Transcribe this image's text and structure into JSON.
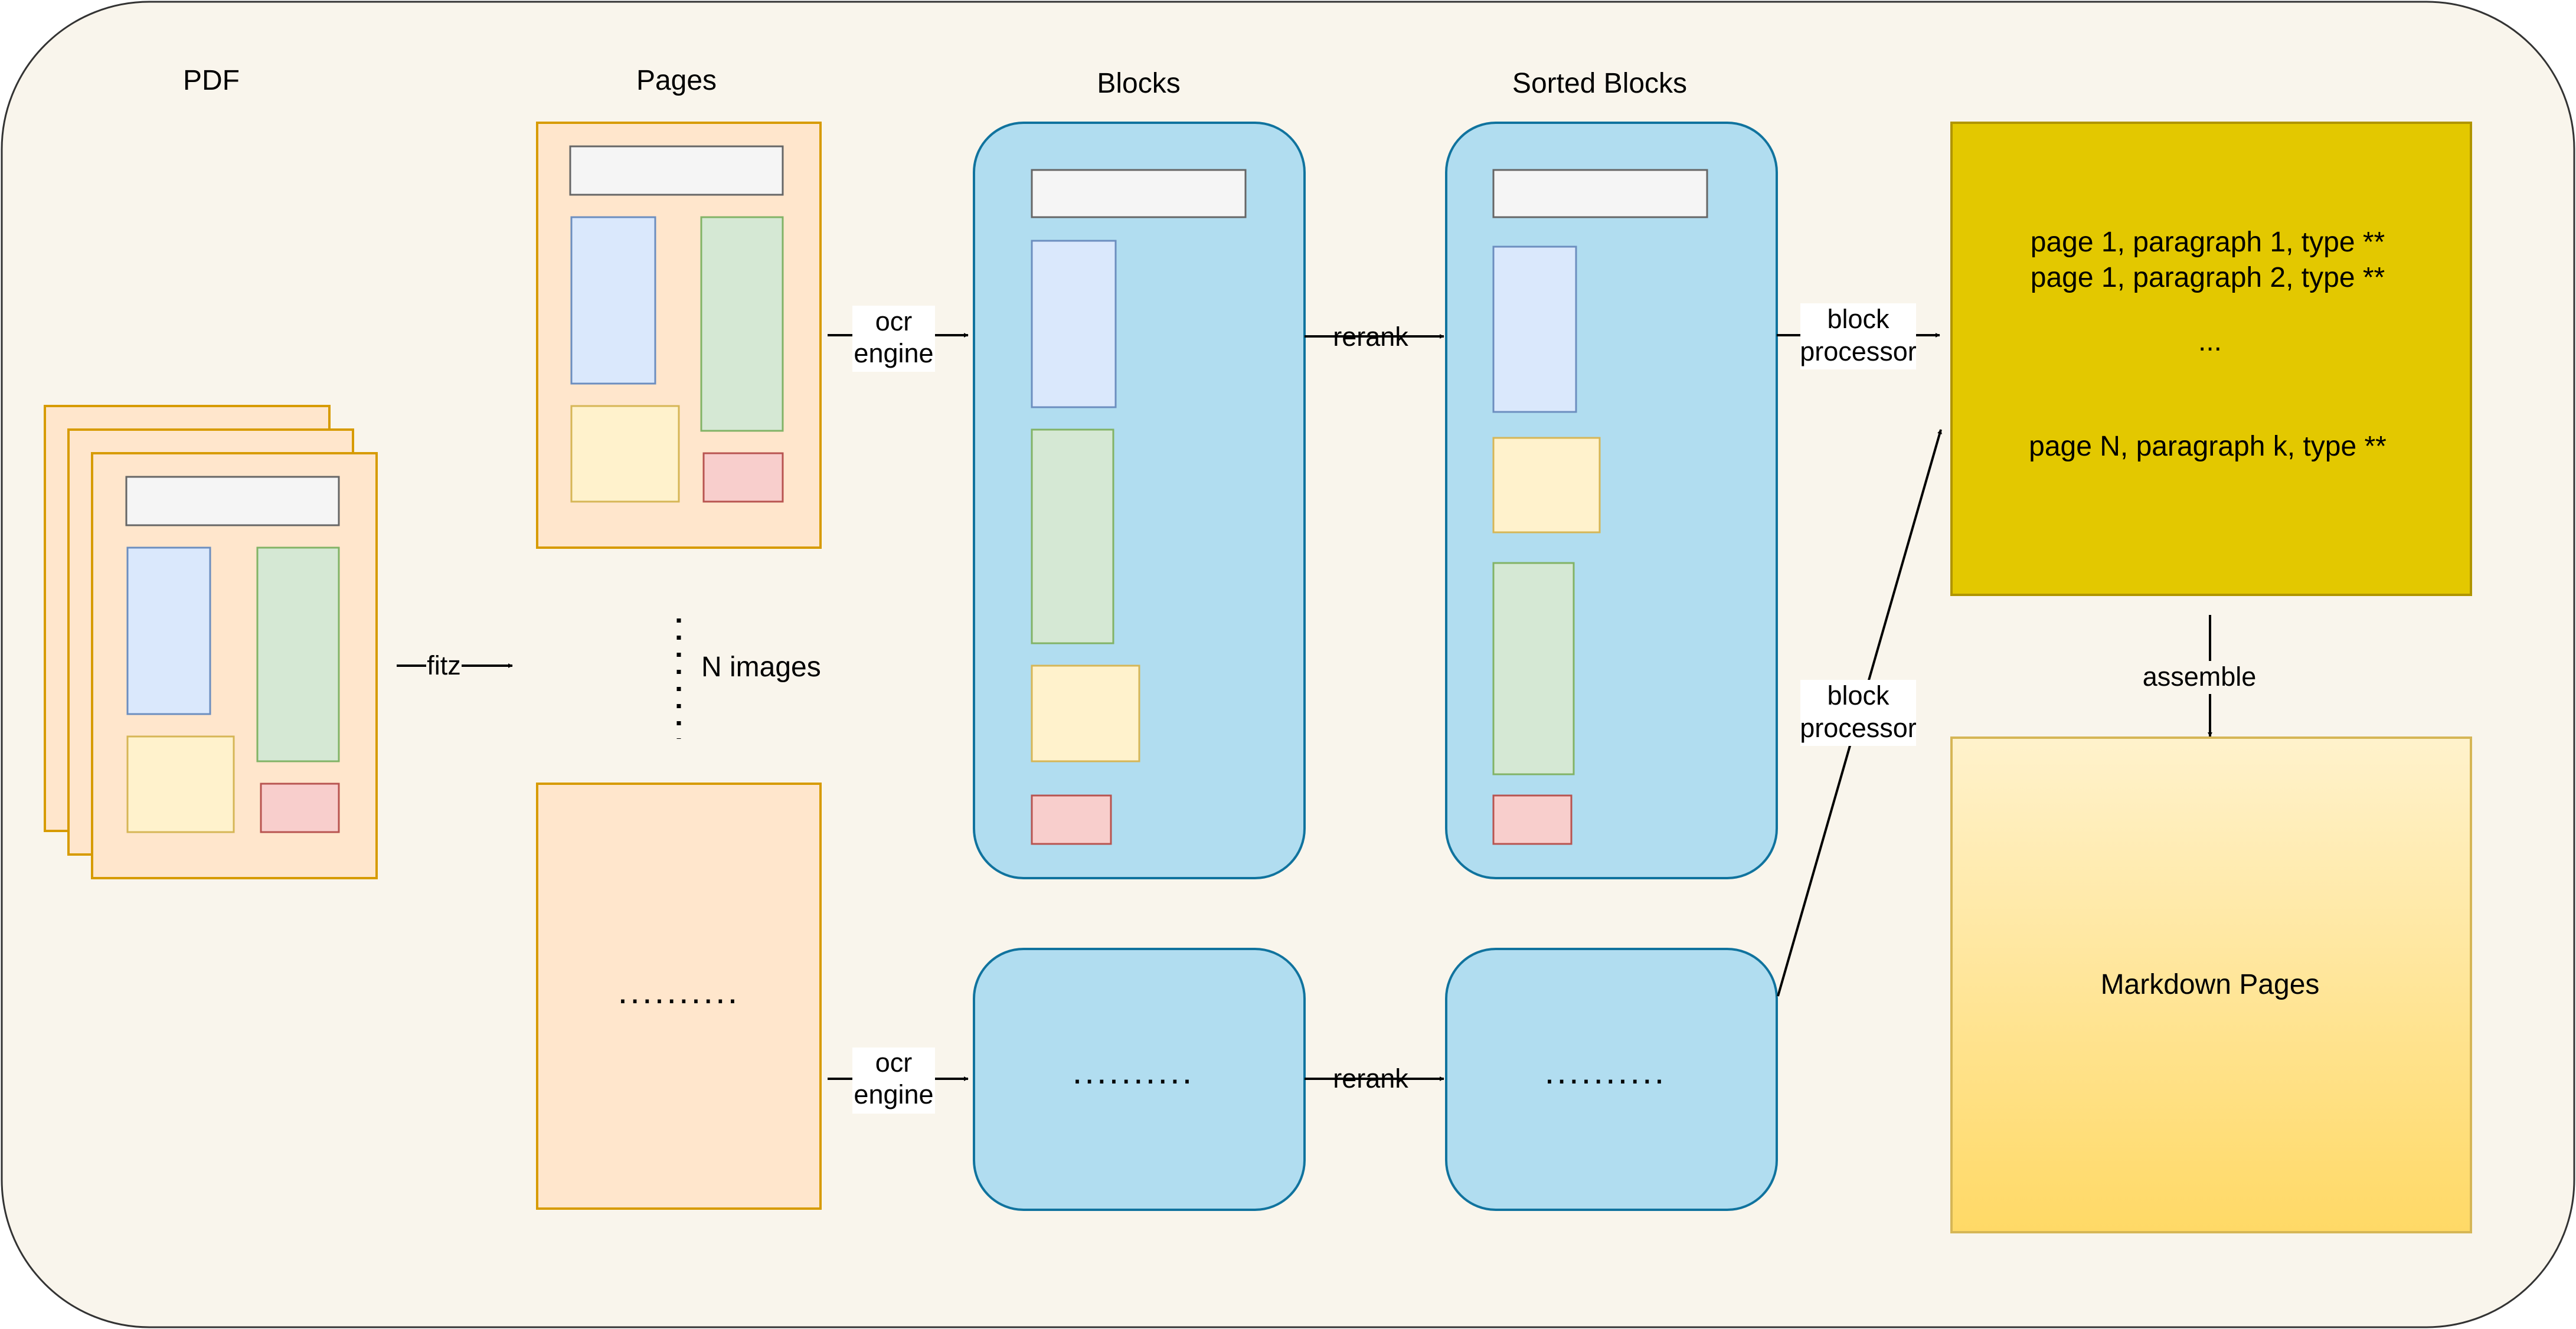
{
  "diagram": {
    "titles": {
      "pdf": "PDF",
      "pages": "Pages",
      "blocks": "Blocks",
      "sorted_blocks": "Sorted Blocks"
    },
    "edges": {
      "fitz": "fitz",
      "ocr_engine_line1": "ocr",
      "ocr_engine_line2": "engine",
      "rerank": "rerank",
      "block_processor_line1": "block",
      "block_processor_line2": "processor",
      "assemble": "assemble"
    },
    "n_images": "N images",
    "ellipsis": "..........",
    "output": {
      "lines": [
        "page 1, paragraph 1, type **",
        "page 1, paragraph 2, type **",
        "...",
        "page N, paragraph k, type **"
      ]
    },
    "markdown_pages": "Markdown Pages"
  },
  "colors": {
    "background": "#f9f5ec",
    "page_fill": "#ffe6cc",
    "page_stroke": "#d79b00",
    "block_fill": "#b1ddf0",
    "block_stroke": "#10739e",
    "text_block_fill": "#dae8fc",
    "text_block_stroke": "#6c8ebf",
    "figure_fill": "#d5e8d4",
    "figure_stroke": "#82b366",
    "note_fill": "#fff2cc",
    "note_stroke": "#d6b656",
    "footer_fill": "#f8cecc",
    "footer_stroke": "#b85450",
    "title_fill": "#f5f5f5",
    "title_stroke": "#666666",
    "output_fill": "#e3c800",
    "output_stroke": "#b09500",
    "markdown_top": "#fff2cc",
    "markdown_bottom": "#ffd966"
  }
}
